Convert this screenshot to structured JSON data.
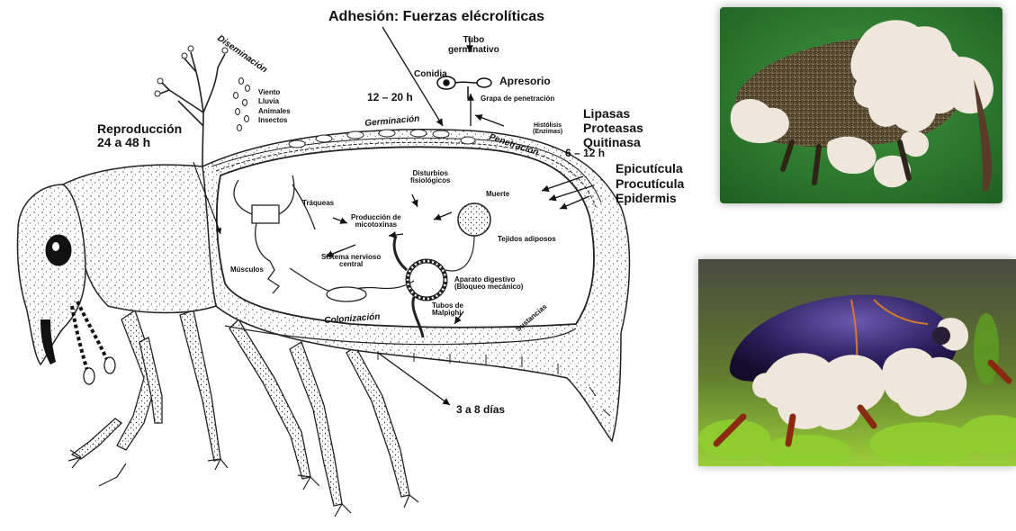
{
  "title": "Adhesión: Fuerzas elécrolíticas",
  "labels": {
    "tubo_germinativo": "Tubo\ngerminativo",
    "conidia": "Conidia",
    "apresorio": "Apresorio",
    "grapa": "Grapa de penetración",
    "time_germination": "12 – 20 h",
    "germinacion": "Germinación",
    "histolisis": "Histólisis\n(Enzimas)",
    "penetracion": "Penetración",
    "enzymes": "Lipasas\nProteasas\nQuitinasa",
    "time_penetration": "6 – 12 h",
    "epicuticula": "Epicutícula",
    "procuticula": "Procutícula",
    "epidermis": "Epidermis",
    "diseminacion": "Diseminación",
    "dispersal_agents": "Viento\nLluvia\nAnimales\nInsectos",
    "reproduccion": "Reproducción\n24 a 48 h",
    "disturbios": "Disturbios\nfisiológicos",
    "muerte": "Muerte",
    "traqueas": "Tráqueas",
    "micotoxinas": "Producción de\nmicotoxinas",
    "tejidos": "Tejidos adiposos",
    "musculos": "Músculos",
    "sistema_nervioso": "Sistema nervioso\ncentral",
    "aparato_digestivo": "Aparato digestivo\n(Bloqueo mecánico)",
    "tubos_malpighi": "Tubos de\nMalpighi",
    "sustancias": "Sustancias",
    "colonizacion": "Colonización",
    "time_colonization": "3 a 8 días"
  },
  "colors": {
    "ink": "#111111",
    "photo_top_bg": "#2e7d2e",
    "mycelium": "#efe7dc",
    "beetle_shell": "#3a2a6a"
  },
  "photos": {
    "top": "weevil-with-white-fungal-growth",
    "bottom": "blue-beetle-with-white-fungal-growth"
  }
}
